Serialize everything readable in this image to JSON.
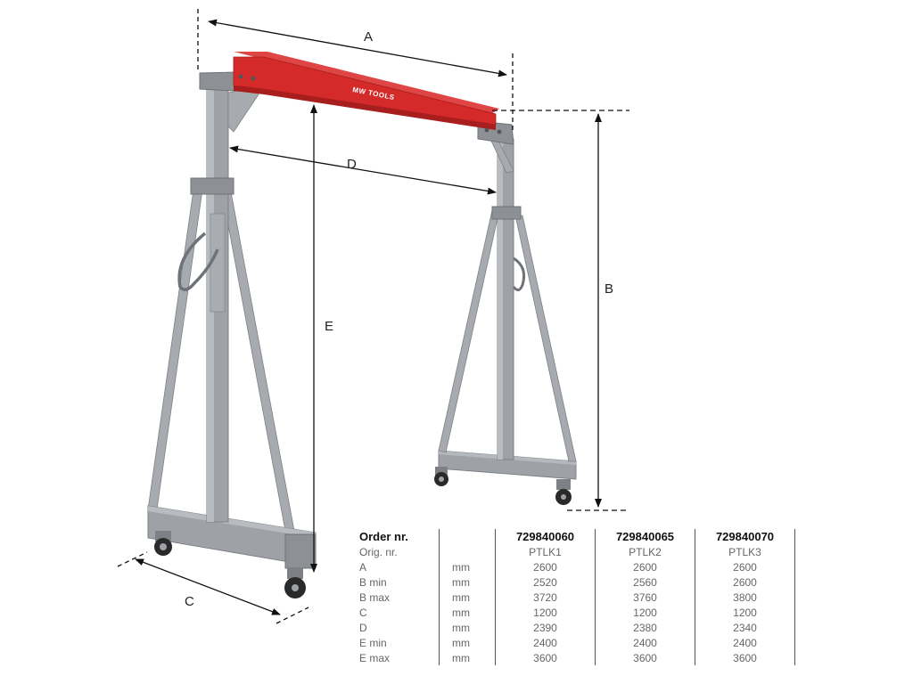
{
  "diagram": {
    "dimension_labels": {
      "a": "A",
      "b": "B",
      "c": "C",
      "d": "D",
      "e": "E"
    },
    "brand": "MW TOOLS",
    "colors": {
      "beam": "#d42a2a",
      "frame": "#9ea2a6",
      "frame_dark": "#7d8185",
      "wheel": "#2a2a2a",
      "dimension_line": "#111111"
    }
  },
  "spec_table": {
    "header": {
      "label": "Order nr.",
      "unit": "",
      "values": [
        "729840060",
        "729840065",
        "729840070"
      ]
    },
    "rows": [
      {
        "label": "Orig. nr.",
        "unit": "",
        "values": [
          "PTLK1",
          "PTLK2",
          "PTLK3"
        ]
      },
      {
        "label": "A",
        "unit": "mm",
        "values": [
          "2600",
          "2600",
          "2600"
        ]
      },
      {
        "label": "B min",
        "unit": "mm",
        "values": [
          "2520",
          "2560",
          "2600"
        ]
      },
      {
        "label": "B max",
        "unit": "mm",
        "values": [
          "3720",
          "3760",
          "3800"
        ]
      },
      {
        "label": "C",
        "unit": "mm",
        "values": [
          "1200",
          "1200",
          "1200"
        ]
      },
      {
        "label": "D",
        "unit": "mm",
        "values": [
          "2390",
          "2380",
          "2340"
        ]
      },
      {
        "label": "E min",
        "unit": "mm",
        "values": [
          "2400",
          "2400",
          "2400"
        ]
      },
      {
        "label": "E max",
        "unit": "mm",
        "values": [
          "3600",
          "3600",
          "3600"
        ]
      }
    ]
  }
}
